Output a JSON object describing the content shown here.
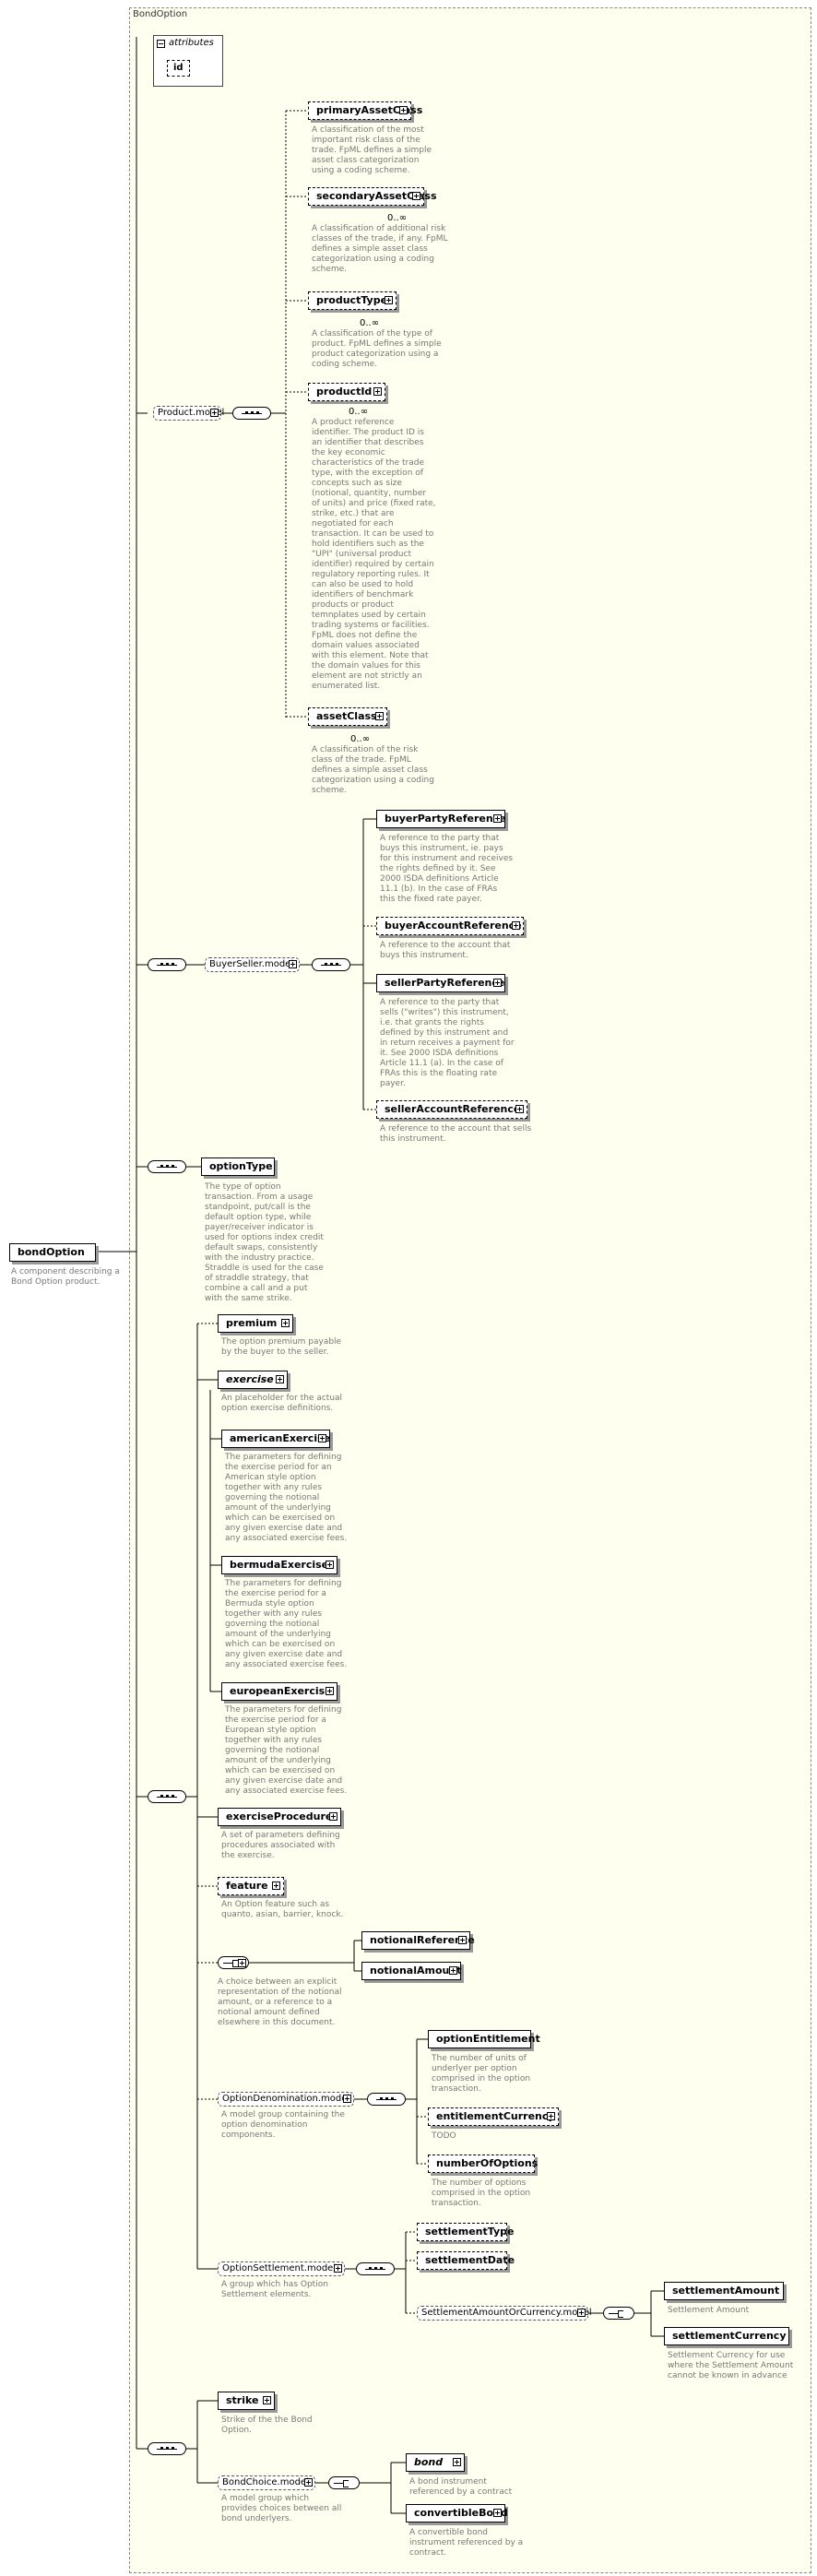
{
  "group_title": "BondOption",
  "attributes": {
    "label": "attributes",
    "items": [
      "id"
    ]
  },
  "root": {
    "label": "bondOption",
    "doc": [
      "A component describing a",
      "Bond Option product."
    ]
  },
  "product_model": {
    "label": "Product.model",
    "elements": [
      {
        "label": "primaryAssetClass",
        "optional": true,
        "card": "",
        "doc": [
          "A classification of the most",
          "important risk class of the",
          "trade. FpML defines a simple",
          "asset class categorization",
          "using a coding scheme."
        ]
      },
      {
        "label": "secondaryAssetClass",
        "optional": true,
        "card": "0..∞",
        "doc": [
          "A classification of additional risk",
          "classes of the trade, if any. FpML",
          "defines a simple asset class",
          "categorization using a coding",
          "scheme."
        ]
      },
      {
        "label": "productType",
        "optional": true,
        "card": "0..∞",
        "doc": [
          "A classification of the type of",
          "product. FpML defines a simple",
          "product categorization using a",
          "coding scheme."
        ]
      },
      {
        "label": "productId",
        "optional": true,
        "card": "0..∞",
        "doc": [
          "A product reference",
          "identifier. The product ID is",
          "an identifier that describes",
          "the key economic",
          "characteristics of the trade",
          "type, with the exception of",
          "concepts such as size",
          "(notional, quantity, number",
          "of units) and price (fixed rate,",
          "strike, etc.) that are",
          "negotiated for each",
          "transaction. It can be used to",
          "hold identifiers such as the",
          "\"UPI\" (universal product",
          "identifier) required by certain",
          "regulatory reporting rules. It",
          "can also be used to hold",
          "identifiers of benchmark",
          "products or product",
          "temnplates used by certain",
          "trading systems or facilities.",
          "FpML does not define the",
          "domain values associated",
          "with this element. Note that",
          "the domain values for this",
          "element are not strictly an",
          "enumerated list."
        ]
      },
      {
        "label": "assetClass",
        "optional": true,
        "card": "0..∞",
        "doc": [
          "A classification of the risk",
          "class of the trade. FpML",
          "defines a simple asset class",
          "categorization using a coding",
          "scheme."
        ]
      }
    ]
  },
  "buyer_seller_model": {
    "label": "BuyerSeller.model",
    "elements": [
      {
        "label": "buyerPartyReference",
        "optional": false,
        "doc": [
          "A reference to the party that",
          "buys this instrument, ie. pays",
          "for this instrument and receives",
          "the rights defined by it. See",
          "2000 ISDA definitions Article",
          "11.1 (b). In the case of FRAs",
          "this the fixed rate payer."
        ]
      },
      {
        "label": "buyerAccountReference",
        "optional": true,
        "doc": [
          "A reference to the account that",
          "buys this instrument."
        ]
      },
      {
        "label": "sellerPartyReference",
        "optional": false,
        "doc": [
          "A reference to the party that",
          "sells (\"writes\") this instrument,",
          "i.e. that grants the rights",
          "defined by this instrument and",
          "in return receives a payment for",
          "it. See 2000 ISDA definitions",
          "Article 11.1 (a). In the case of",
          "FRAs this is the floating rate",
          "payer."
        ]
      },
      {
        "label": "sellerAccountReference",
        "optional": true,
        "doc": [
          "A reference to the account that sells",
          "this instrument."
        ]
      }
    ]
  },
  "option_type": {
    "label": "optionType",
    "doc": [
      "The type of option",
      "transaction. From a usage",
      "standpoint, put/call is the",
      "default option type, while",
      "payer/receiver indicator is",
      "used for options index credit",
      "default swaps, consistently",
      "with the industry practice.",
      "Straddle is used for the case",
      "of straddle strategy, that",
      "combine a call and a put",
      "with the same strike."
    ]
  },
  "premium": {
    "label": "premium",
    "doc": [
      "The option premium payable",
      "by the buyer to the seller."
    ]
  },
  "exercise": {
    "label": "exercise",
    "doc": [
      "An placeholder for the actual",
      "option exercise definitions."
    ]
  },
  "american_exercise": {
    "label": "americanExercise",
    "doc": [
      "The parameters for defining",
      "the exercise period for an",
      "American style option",
      "together with any rules",
      "governing the notional",
      "amount of the underlying",
      "which can be exercised on",
      "any given exercise date and",
      "any associated exercise fees."
    ]
  },
  "bermuda_exercise": {
    "label": "bermudaExercise",
    "doc": [
      "The parameters for defining",
      "the exercise period for a",
      "Bermuda style option",
      "together with any rules",
      "governing the notional",
      "amount of the underlying",
      "which can be exercised on",
      "any given exercise date and",
      "any associated exercise fees."
    ]
  },
  "european_exercise": {
    "label": "europeanExercise",
    "doc": [
      "The parameters for defining",
      "the exercise period for a",
      "European style option",
      "together with any rules",
      "governing the notional",
      "amount of the underlying",
      "which can be exercised on",
      "any given exercise date and",
      "any associated exercise fees."
    ]
  },
  "exercise_procedure": {
    "label": "exerciseProcedure",
    "doc": [
      "A set of parameters defining",
      "procedures associated with",
      "the exercise."
    ]
  },
  "feature": {
    "label": "feature",
    "doc": [
      "An Option feature such as",
      "quanto, asian, barrier, knock."
    ]
  },
  "notional_choice": {
    "doc": [
      "A choice between an explicit",
      "representation of the notional",
      "amount, or a reference to a",
      "notional amount defined",
      "elsewhere in this document."
    ],
    "notional_reference": "notionalReference",
    "notional_amount": "notionalAmount"
  },
  "option_denomination": {
    "label": "OptionDenomination.model",
    "doc": [
      "A model group containing the",
      "option denomination",
      "components."
    ],
    "elements": [
      {
        "label": "optionEntitlement",
        "optional": false,
        "doc": [
          "The number of units of",
          "underlyer per option",
          "comprised in the option",
          "transaction."
        ]
      },
      {
        "label": "entitlementCurrency",
        "optional": true,
        "doc": [
          "TODO"
        ]
      },
      {
        "label": "numberOfOptions",
        "optional": true,
        "doc": [
          "The number of options",
          "comprised in the option",
          "transaction."
        ]
      }
    ]
  },
  "option_settlement": {
    "label": "OptionSettlement.model",
    "doc": [
      "A group which has Option",
      "Settlement elements."
    ],
    "settlement_type": "settlementType",
    "settlement_date": "settlementDate",
    "amount_or_currency": {
      "label": "SettlementAmountOrCurrency.model",
      "settlement_amount": {
        "label": "settlementAmount",
        "doc": [
          "Settlement Amount"
        ]
      },
      "settlement_currency": {
        "label": "settlementCurrency",
        "doc": [
          "Settlement Currency for use",
          "where the Settlement Amount",
          "cannot be known in advance"
        ]
      }
    }
  },
  "strike": {
    "label": "strike",
    "doc": [
      "Strike of the the Bond",
      "Option."
    ]
  },
  "bond_choice": {
    "label": "BondChoice.model",
    "doc": [
      "A model group which",
      "provides choices between all",
      "bond underlyers."
    ],
    "bond": {
      "label": "bond",
      "doc": [
        "A bond instrument",
        "referenced by a contract"
      ]
    },
    "convertible_bond": {
      "label": "convertibleBond",
      "doc": [
        "A convertible bond",
        "instrument referenced by a",
        "contract."
      ]
    }
  }
}
